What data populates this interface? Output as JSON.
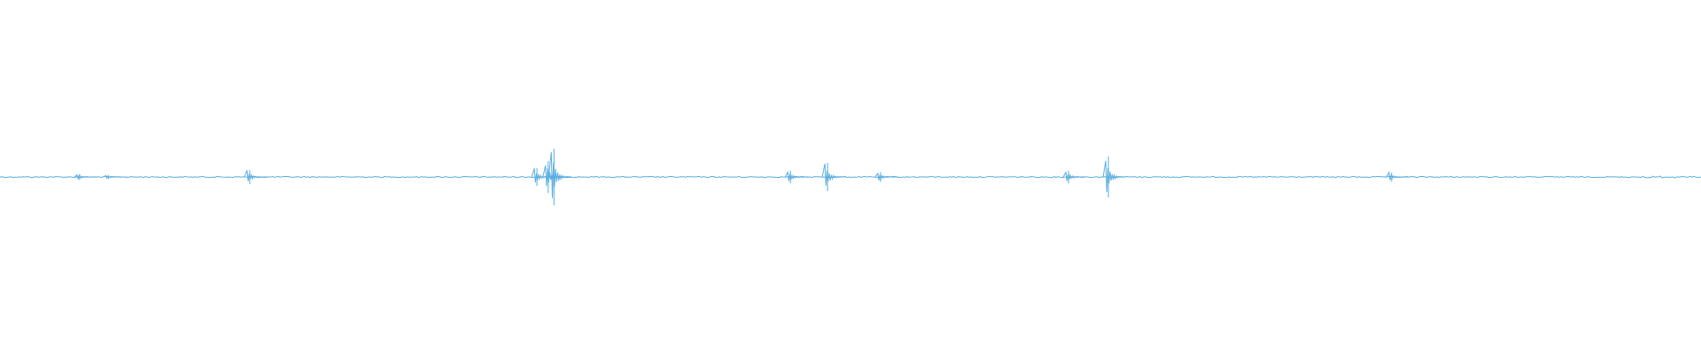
{
  "waveform": {
    "color": "#5aaee0",
    "spikes": [
      {
        "t": 0.0468,
        "amp": 0.008
      },
      {
        "t": 0.0638,
        "amp": 0.005
      },
      {
        "t": 0.1468,
        "amp": 0.02
      },
      {
        "t": 0.3157,
        "amp": 0.025
      },
      {
        "t": 0.3223,
        "amp": 0.045
      },
      {
        "t": 0.3257,
        "amp": 0.08
      },
      {
        "t": 0.4647,
        "amp": 0.018
      },
      {
        "t": 0.4865,
        "amp": 0.04
      },
      {
        "t": 0.5176,
        "amp": 0.014
      },
      {
        "t": 0.6282,
        "amp": 0.018
      },
      {
        "t": 0.6516,
        "amp": 0.058
      },
      {
        "t": 0.8181,
        "amp": 0.013
      }
    ],
    "tail_end": 0.985
  }
}
